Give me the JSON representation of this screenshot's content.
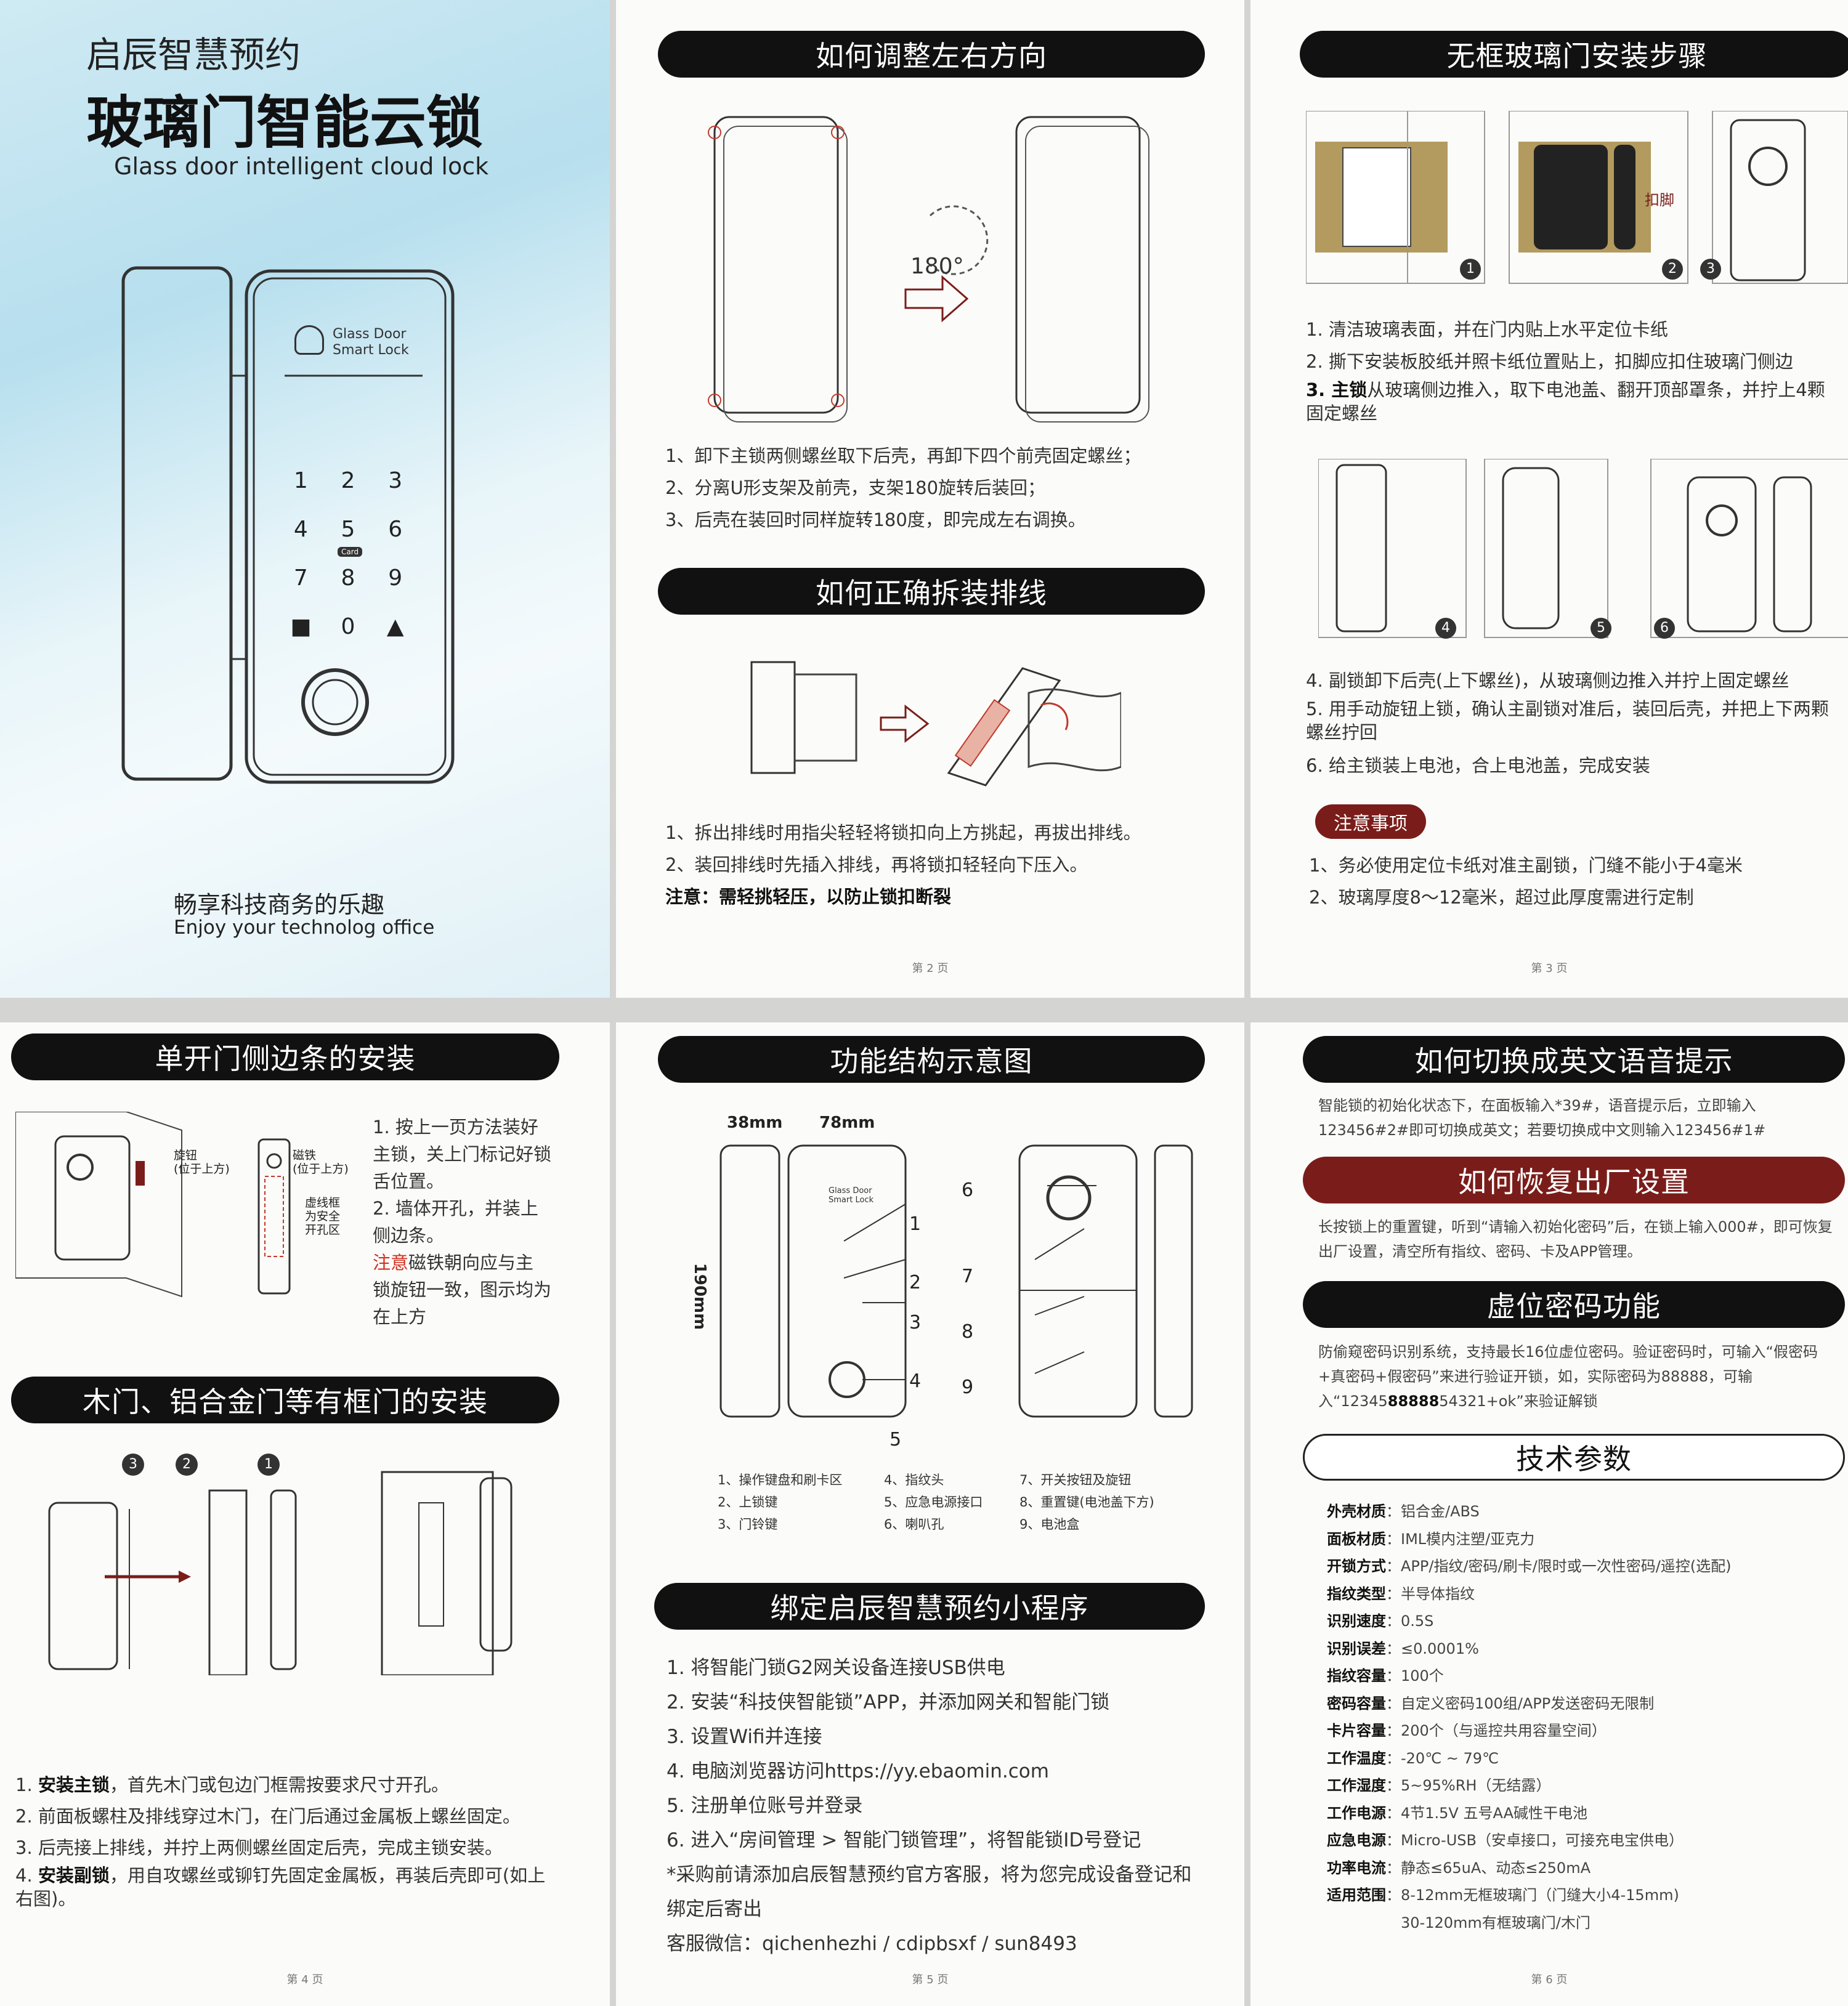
{
  "cover": {
    "brand": "启辰智慧预约",
    "title": "玻璃门智能云锁",
    "title_en": "Glass door intelligent cloud lock",
    "lock_logo": "Glass Door\nSmart Lock",
    "keys": [
      "1",
      "2",
      "3",
      "4",
      "5",
      "6",
      "7",
      "8",
      "9",
      "0"
    ],
    "card": "Card",
    "slogan": "畅享科技商务的乐趣",
    "slogan_en": "Enjoy your technolog office"
  },
  "p2": {
    "h1": "如何调整左右方向",
    "rot": "180°",
    "s1": [
      "1、卸下主锁两侧螺丝取下后壳，再卸下四个前壳固定螺丝；",
      "2、分离U形支架及前壳，支架180旋转后装回；",
      "3、后壳在装回时同样旋转180度，即完成左右调换。"
    ],
    "h2": "如何正确拆装排线",
    "s2": [
      "1、拆出排线时用指尖轻轻将锁扣向上方挑起，再拔出排线。",
      "2、装回排线时先插入排线，再将锁扣轻轻向下压入。"
    ],
    "warn": "注意：需轻挑轻压，以防止锁扣断裂",
    "page": "第 2 页"
  },
  "p3": {
    "h1": "无框玻璃门安装步骤",
    "foot_label": "扣脚",
    "nums": [
      "1",
      "2",
      "3",
      "4",
      "5",
      "6"
    ],
    "s1": [
      "1. 清洁玻璃表面，并在门内贴上水平定位卡纸",
      "2. 撕下安装板胶纸并照卡纸位置贴上，扣脚应扣住玻璃门侧边"
    ],
    "s1c_b": "3. 主锁",
    "s1c": "从玻璃侧边推入，取下电池盖、翻开顶部罩条，并拧上4颗固定螺丝",
    "s2": [
      "4. 副锁卸下后壳(上下螺丝)，从玻璃侧边推入并拧上固定螺丝",
      "5. 用手动旋钮上锁，确认主副锁对准后，装回后壳，并把上下两颗螺丝拧回",
      "6. 给主锁装上电池，合上电池盖，完成安装"
    ],
    "note_title": "注意事项",
    "notes": [
      "1、务必使用定位卡纸对准主副锁，门缝不能小于4毫米",
      "2、玻璃厚度8～12毫米，超过此厚度需进行定制"
    ],
    "page": "第 3 页"
  },
  "p4": {
    "h1": "单开门侧边条的安装",
    "knob": "旋钮\n(位于上方)",
    "magnet": "磁铁\n(位于上方)",
    "dash": "虚线框\n为安全\n开孔区",
    "steps": [
      "1. 按上一页方法装好主锁，关上门标记好锁舌位置。",
      "2. 墙体开孔，并装上侧边条。"
    ],
    "attn": "注意",
    "attn_txt": "磁铁朝向应与主锁旋钮一致，图示均为在上方",
    "h2": "木门、铝合金门等有框门的安装",
    "nums": [
      "3",
      "2",
      "1"
    ],
    "s1_b": "安装主锁",
    "s1": "，首先木门或包边门框需按要求尺寸开孔。",
    "s2": "2. 前面板螺柱及排线穿过木门，在门后通过金属板上螺丝固定。",
    "s3": "3. 后壳接上排线，并拧上两侧螺丝固定后壳，完成主锁安装。",
    "s4_b": "安装副锁",
    "s4": "，用自攻螺丝或铆钉先固定金属板，再装后壳即可(如上右图)。",
    "page": "第 4 页"
  },
  "p5": {
    "h1": "功能结构示意图",
    "dim1": "38mm",
    "dim2": "78mm",
    "dim3": "190mm",
    "lock_logo": "Glass Door\nSmart Lock",
    "callouts": [
      "1",
      "2",
      "3",
      "4",
      "5",
      "6",
      "7",
      "8",
      "9"
    ],
    "legend": [
      "1、操作键盘和刷卡区",
      "2、上锁键",
      "3、门铃键",
      "4、指纹头",
      "5、应急电源接口",
      "6、喇叭孔",
      "7、开关按钮及旋钮",
      "8、重置键(电池盖下方)",
      "9、电池盒"
    ],
    "h2": "绑定启辰智慧预约小程序",
    "steps": [
      "1. 将智能门锁G2网关设备连接USB供电",
      "2. 安装“科技侠智能锁”APP，并添加网关和智能门锁",
      "3. 设置Wifi并连接",
      "4. 电脑浏览器访问https://yy.ebaomin.com",
      "5. 注册单位账号并登录",
      "6. 进入“房间管理 > 智能门锁管理”，将智能锁ID号登记",
      "*采购前请添加启辰智慧预约官方客服，将为您完成设备登记和",
      "绑定后寄出",
      "客服微信：qichenhezhi / cdipbsxf / sun8493"
    ],
    "page": "第 5 页"
  },
  "p6": {
    "h1": "如何切换成英文语音提示",
    "t1": "智能锁的初始化状态下，在面板输入*39#，语音提示后，立即输入123456#2#即可切换成英文；若要切换成中文则输入123456#1#",
    "h2": "如何恢复出厂设置",
    "t2": "长按锁上的重置键，听到“请输入初始化密码”后，在锁上输入000#，即可恢复出厂设置，清空所有指纹、密码、卡及APP管理。",
    "h3": "虚位密码功能",
    "t3a": "防偷窥密码识别系统，支持最长16位虚位密码。验证密码时，可输入“假密码+真密码+假密码”来进行验证开锁，如，实际密码为88888，可输入“12345",
    "t3b": "88888",
    "t3c": "54321+ok”来验证解锁",
    "h4": "技术参数",
    "specs": [
      [
        "外壳材质",
        "铝合金/ABS"
      ],
      [
        "面板材质",
        "IML模内注塑/亚克力"
      ],
      [
        "开锁方式",
        "APP/指纹/密码/刷卡/限时或一次性密码/遥控(选配)"
      ],
      [
        "指纹类型",
        "半导体指纹"
      ],
      [
        "识别速度",
        "0.5S"
      ],
      [
        "识别误差",
        "≤0.0001%"
      ],
      [
        "指纹容量",
        "100个"
      ],
      [
        "密码容量",
        "自定义密码100组/APP发送密码无限制"
      ],
      [
        "卡片容量",
        "200个（与遥控共用容量空间）"
      ],
      [
        "工作温度",
        "-20℃ ~ 79℃"
      ],
      [
        "工作湿度",
        "5~95%RH（无结露）"
      ],
      [
        "工作电源",
        "4节1.5V 五号AA碱性干电池"
      ],
      [
        "应急电源",
        "Micro-USB（安卓接口，可接充电宝供电）"
      ],
      [
        "功率电流",
        "静态≤65uA、动态≤250mA"
      ],
      [
        "适用范围",
        "8-12mm无框玻璃门（门缝大小4-15mm)"
      ],
      [
        "",
        "30-120mm有框玻璃门/木门"
      ]
    ],
    "page": "第 6 页"
  },
  "colors": {
    "dark": "#111111",
    "accent": "#7a1d1a",
    "gold": "#b39a5e"
  }
}
